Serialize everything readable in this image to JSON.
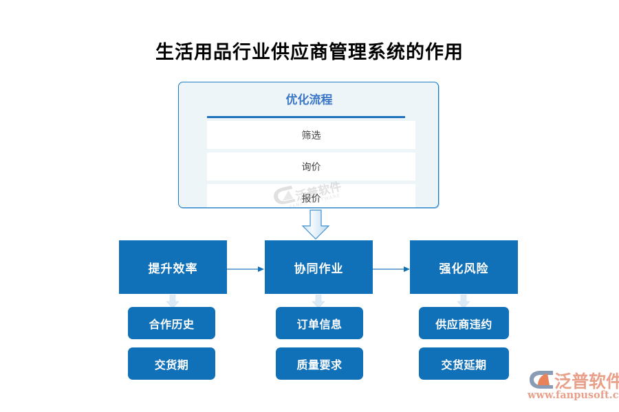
{
  "page": {
    "title": "生活用品行业供应商管理系统的作用",
    "background_color": "#ffffff",
    "accent_color": "#1171b8",
    "card_bg_color": "#eef5f9",
    "card_border_color": "#1a7ac4",
    "card_title_color": "#3b77c6",
    "logo_color": "#e8a08a"
  },
  "process_card": {
    "title": "优化流程",
    "steps": [
      {
        "label": "筛选"
      },
      {
        "label": "询价"
      },
      {
        "label": "报价"
      }
    ]
  },
  "flow": {
    "down_arrow_icon": "arrow-down-icon",
    "right_arrow_icon": "arrow-right-icon",
    "columns": [
      {
        "headline": "提升效率",
        "items": [
          "合作历史",
          "交货期"
        ]
      },
      {
        "headline": "协同作业",
        "items": [
          "订单信息",
          "质量要求"
        ]
      },
      {
        "headline": "强化风险",
        "items": [
          "供应商违约",
          "交货延期"
        ]
      }
    ]
  },
  "watermark": {
    "name": "泛普软件",
    "sub": "FANPU SOFTWARE"
  },
  "logo": {
    "name": "泛普软件",
    "url": "www.fanpusoft.com"
  }
}
